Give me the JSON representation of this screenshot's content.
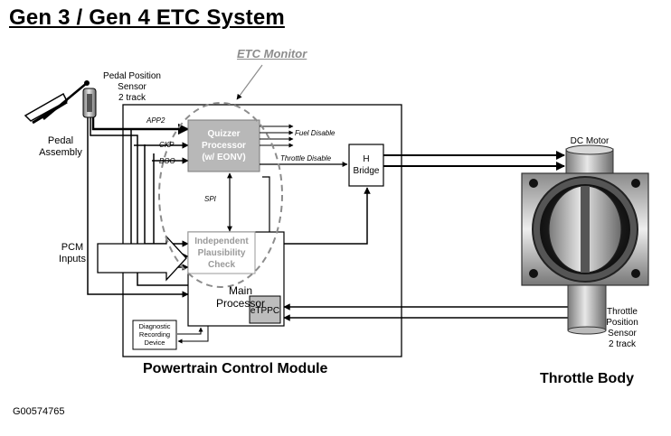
{
  "title": "Gen 3 / Gen 4 ETC  System",
  "etc_monitor_label": "ETC Monitor",
  "pedal_sensor_label": "Pedal Position\nSensor\n2 track",
  "pedal_assembly_label": "Pedal\nAssembly",
  "pcm_inputs_label": "PCM\nInputs",
  "signals": {
    "app2": "APP2",
    "ckp": "CKP",
    "boo": "BOO",
    "spi": "SPI",
    "fuel_disable": "Fuel Disable",
    "throttle_disable": "Throttle Disable"
  },
  "quizzer_label": "Quizzer\nProcessor\n(w/ EONV)",
  "ipc_label": "Independent\nPlausibility\nCheck",
  "main_processor_label": "Main\nProcessor",
  "etppc_label": "eTPPC",
  "diagnostic_label": "Diagnostic\nRecording\nDevice",
  "h_bridge_label": "H\nBridge",
  "pcm_label": "Powertrain Control Module",
  "dc_motor_label": "DC Motor",
  "tps_label": "Throttle\nPosition\nSensor\n2 track",
  "throttle_body_label": "Throttle Body",
  "figure_id": "G00574765",
  "colors": {
    "quizzer_fill": "#b8b8b8",
    "quizzer_text": "#ffffff",
    "ipc_text": "#9a9a9a",
    "etppc_fill": "#bdbdbd",
    "monitor_outline": "#8c8c8c"
  }
}
